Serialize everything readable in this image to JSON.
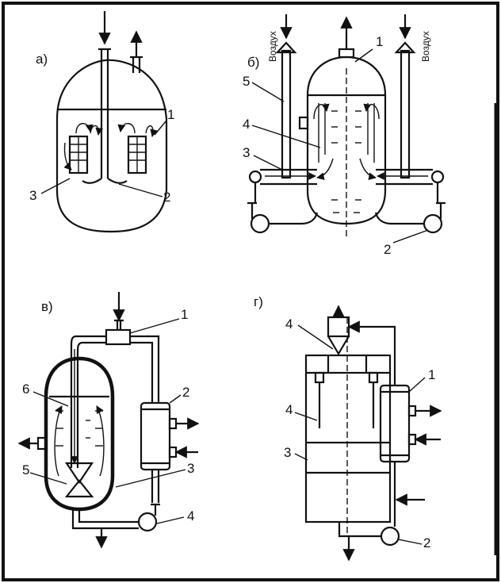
{
  "panels": {
    "a": {
      "tag": "а)",
      "labels": {
        "n1": "1",
        "n2": "2",
        "n3": "3"
      }
    },
    "b": {
      "tag": "б)",
      "air_left": "Воздух",
      "air_right": "Воздух",
      "labels": {
        "n1": "1",
        "n2": "2",
        "n3": "3",
        "n4": "4",
        "n5": "5"
      }
    },
    "v": {
      "tag": "в)",
      "labels": {
        "n1": "1",
        "n2": "2",
        "n3": "3",
        "n4": "4",
        "n5": "5",
        "n6": "6"
      }
    },
    "g": {
      "tag": "г)",
      "labels": {
        "n1": "1",
        "n2": "2",
        "n3": "3",
        "n4a": "4",
        "n4b": "4"
      }
    }
  }
}
